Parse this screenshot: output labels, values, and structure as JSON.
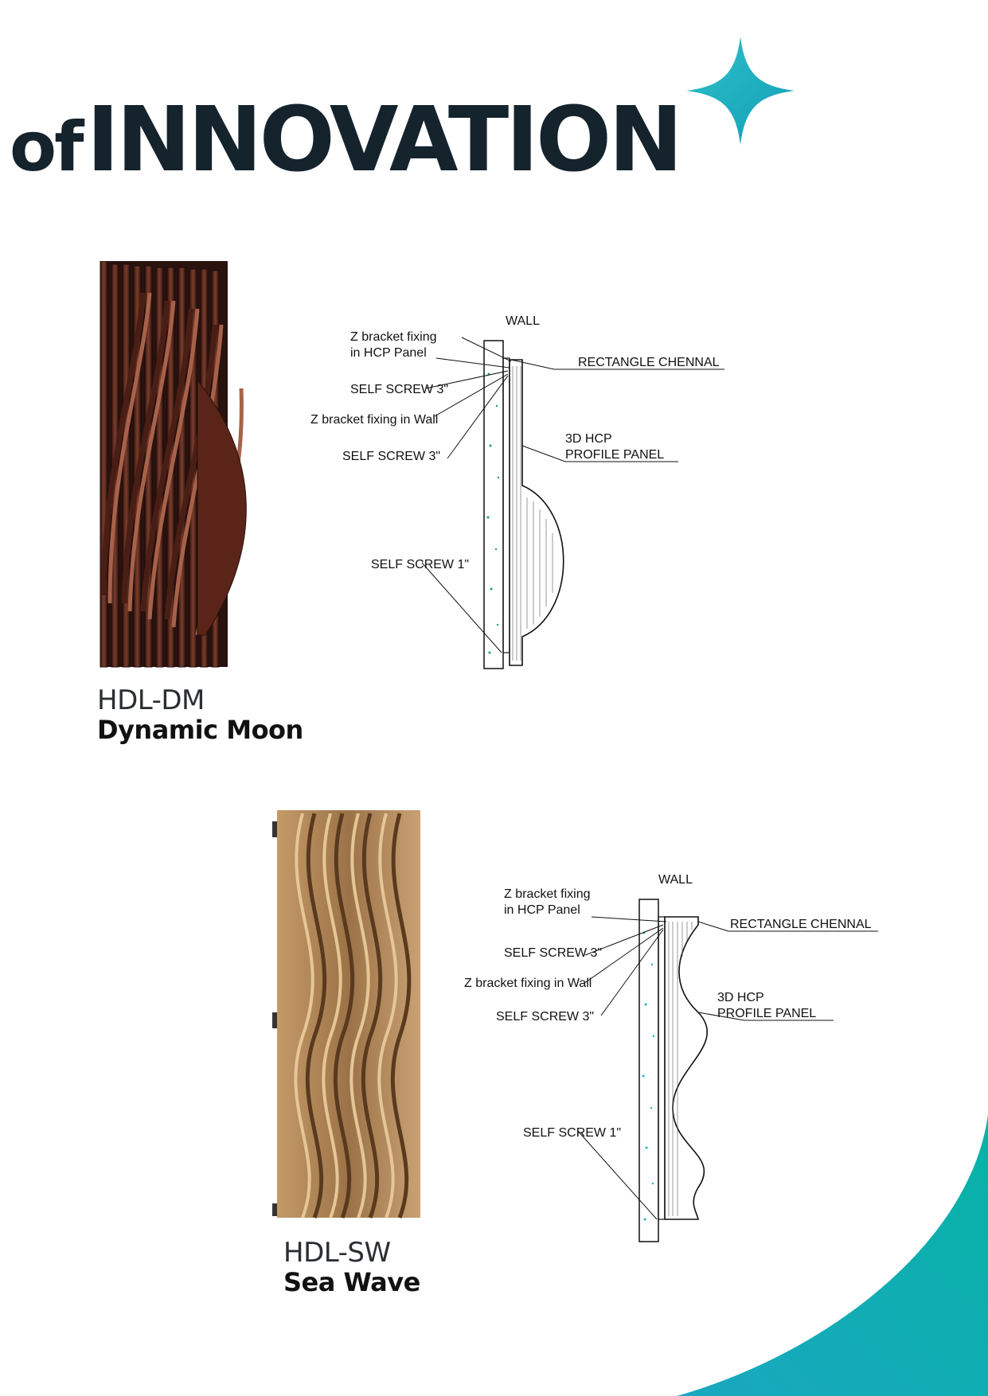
{
  "header": {
    "word_small": "of",
    "word_big": "INNOVATION",
    "accent_color": "#1fb5b8",
    "text_color": "#15232d"
  },
  "products": [
    {
      "code": "HDL-DM",
      "name": "Dynamic Moon",
      "panel_color": "#5a2b20",
      "drawing": {
        "wall": "WALL",
        "z_panel_1": "Z bracket fixing",
        "z_panel_2": "in HCP Panel",
        "self_screw_3a": "SELF SCREW 3\"",
        "z_wall": "Z bracket fixing in Wall",
        "self_screw_3b": "SELF SCREW 3\"",
        "self_screw_1": "SELF SCREW 1\"",
        "channel": "RECTANGLE CHENNAL",
        "profile_1": "3D HCP",
        "profile_2": "PROFILE PANEL"
      }
    },
    {
      "code": "HDL-SW",
      "name": "Sea Wave",
      "panel_color": "#b58a58",
      "drawing": {
        "wall": "WALL",
        "z_panel_1": "Z bracket fixing",
        "z_panel_2": "in HCP Panel",
        "self_screw_3a": "SELF SCREW 3\"",
        "z_wall": "Z bracket fixing in Wall",
        "self_screw_3b": "SELF SCREW 3\"",
        "self_screw_1": "SELF SCREW 1\"",
        "channel": "RECTANGLE CHENNAL",
        "profile_1": "3D HCP",
        "profile_2": "PROFILE PANEL"
      }
    }
  ]
}
